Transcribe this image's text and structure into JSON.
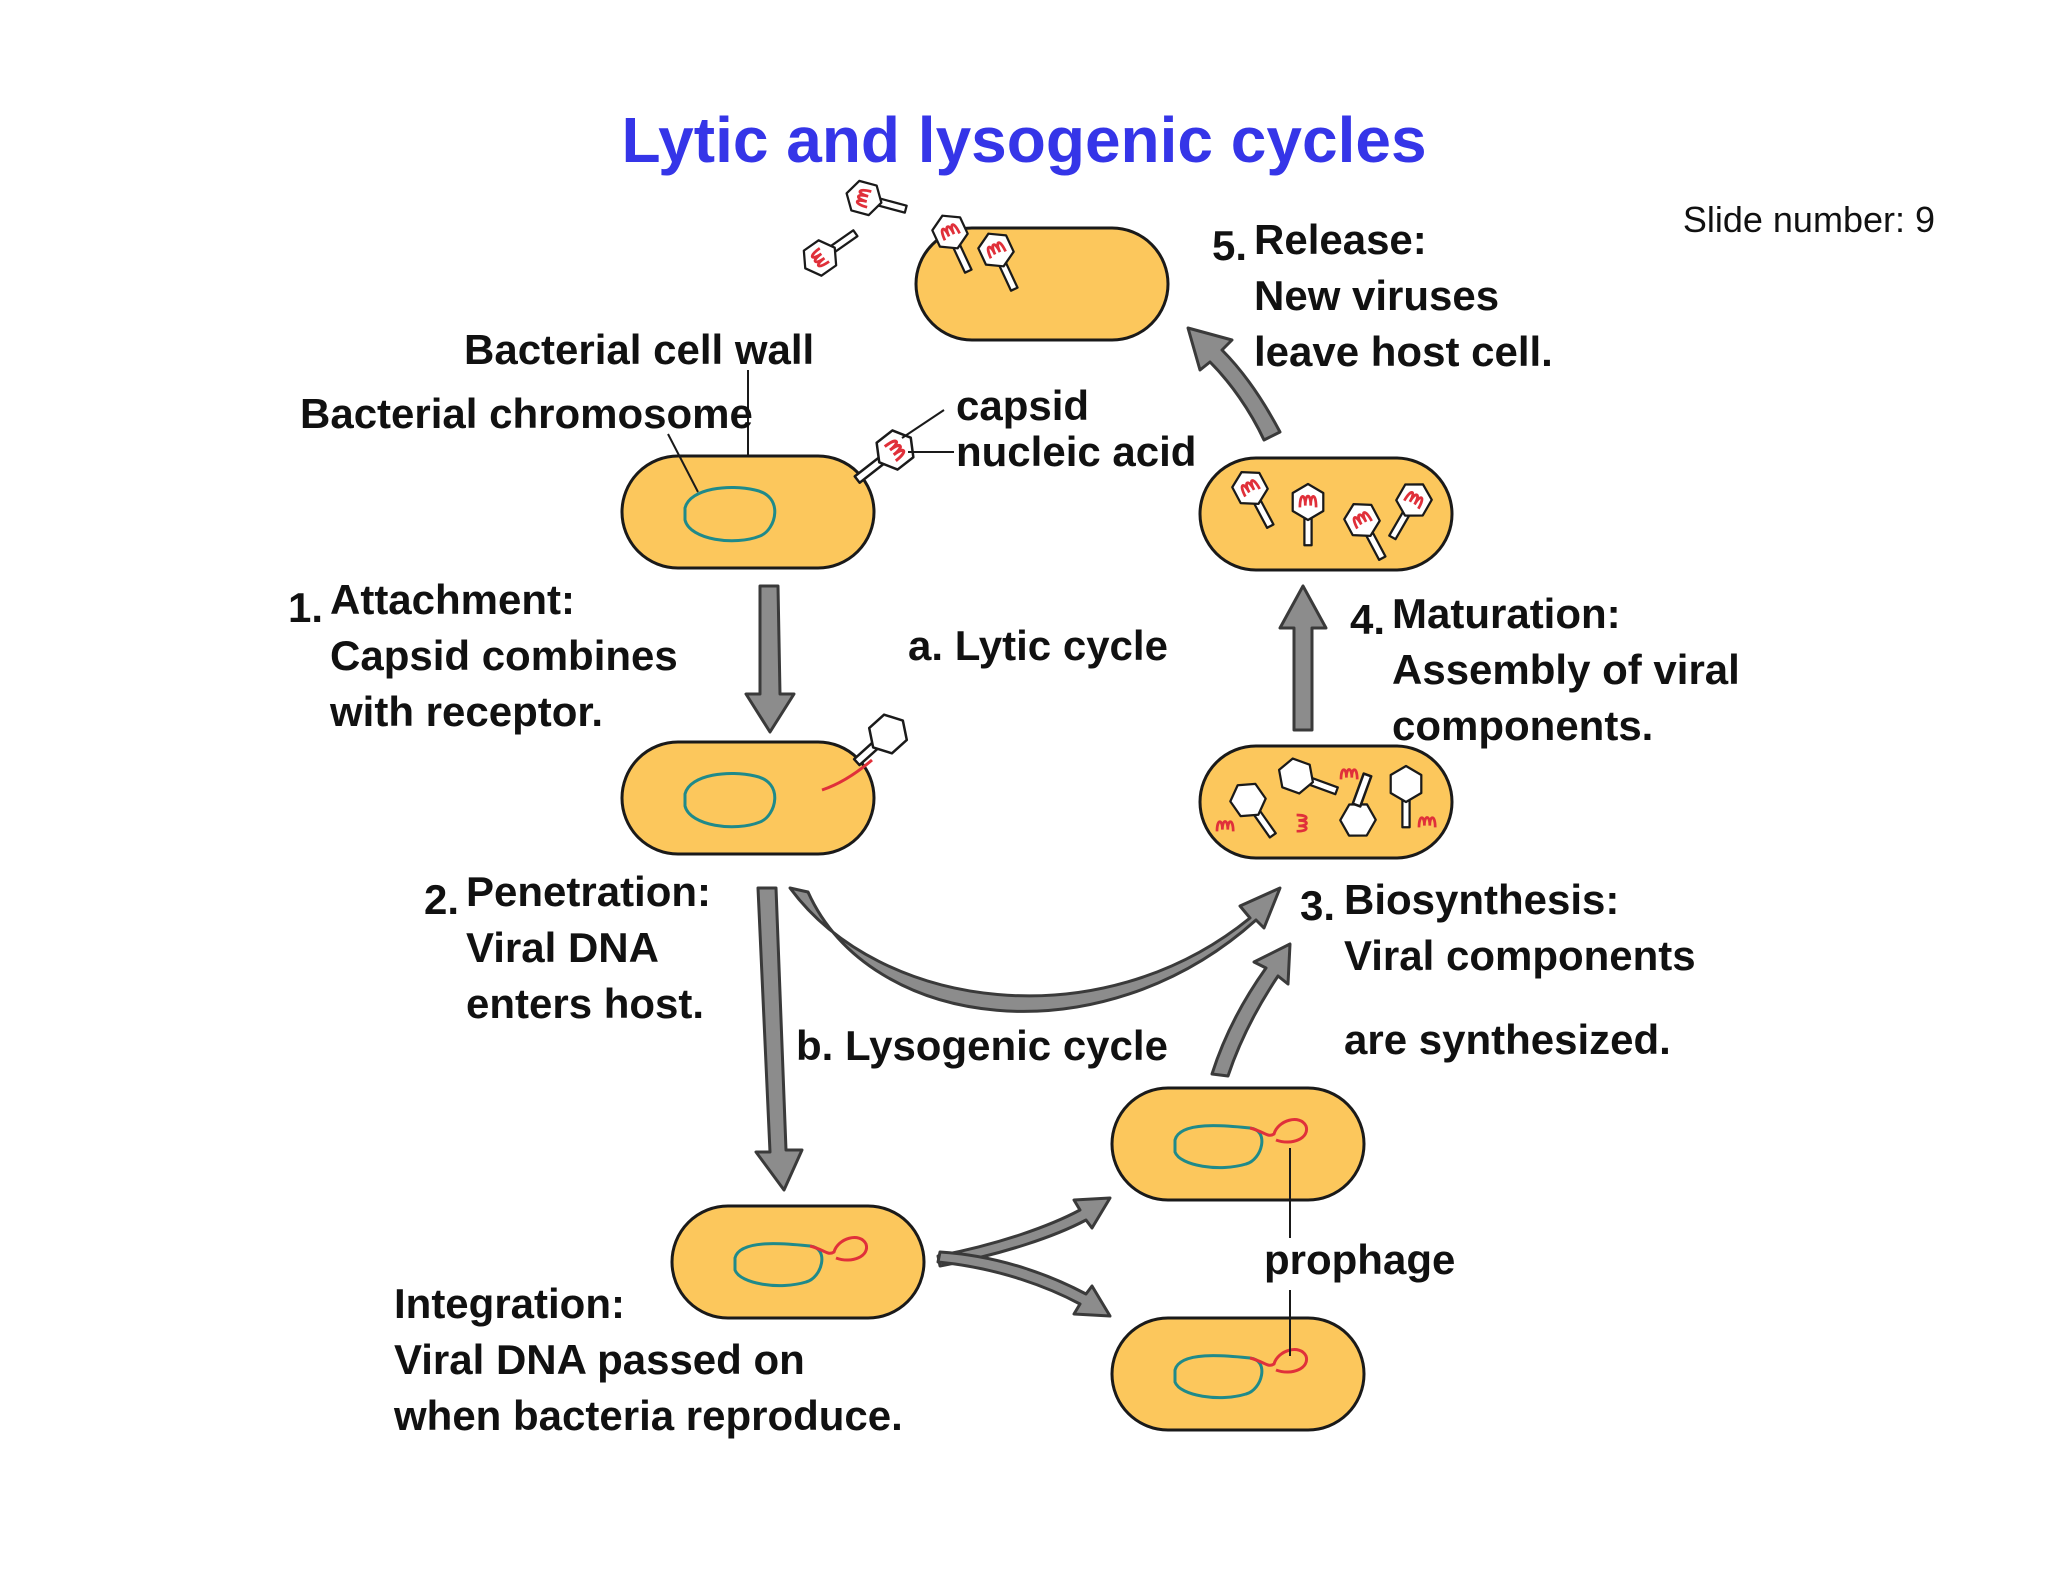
{
  "title": "Lytic and lysogenic cycles",
  "slide_number": "Slide number: 9",
  "colors": {
    "title": "#3535e8",
    "cell_fill": "#fcc75c",
    "cell_stroke": "#1a1a1a",
    "bacterial_dna": "#1f8a8a",
    "viral_dna": "#e0303a",
    "arrow_fill": "#8c8c8c"
  },
  "labels": {
    "cell_wall": "Bacterial cell wall",
    "chromosome": "Bacterial chromosome",
    "capsid": "capsid",
    "nucleic_acid": "nucleic acid",
    "lytic_cycle": "a. Lytic cycle",
    "lysogenic_cycle": "b. Lysogenic cycle",
    "prophage": "prophage"
  },
  "steps": {
    "attachment": {
      "number": "1.",
      "title": "Attachment:",
      "lines": [
        "Capsid combines",
        "with receptor."
      ]
    },
    "penetration": {
      "number": "2.",
      "title": "Penetration:",
      "lines": [
        "Viral DNA",
        "enters host."
      ]
    },
    "biosynthesis": {
      "number": "3.",
      "title": "Biosynthesis:",
      "lines": [
        "Viral components",
        "are synthesized."
      ]
    },
    "maturation": {
      "number": "4.",
      "title": "Maturation:",
      "lines": [
        "Assembly of viral",
        "components."
      ]
    },
    "release": {
      "number": "5.",
      "title": "Release:",
      "lines": [
        "New viruses",
        "leave host cell."
      ]
    },
    "integration": {
      "title": "Integration:",
      "lines": [
        "Viral DNA passed on",
        "when bacteria reproduce."
      ]
    }
  }
}
